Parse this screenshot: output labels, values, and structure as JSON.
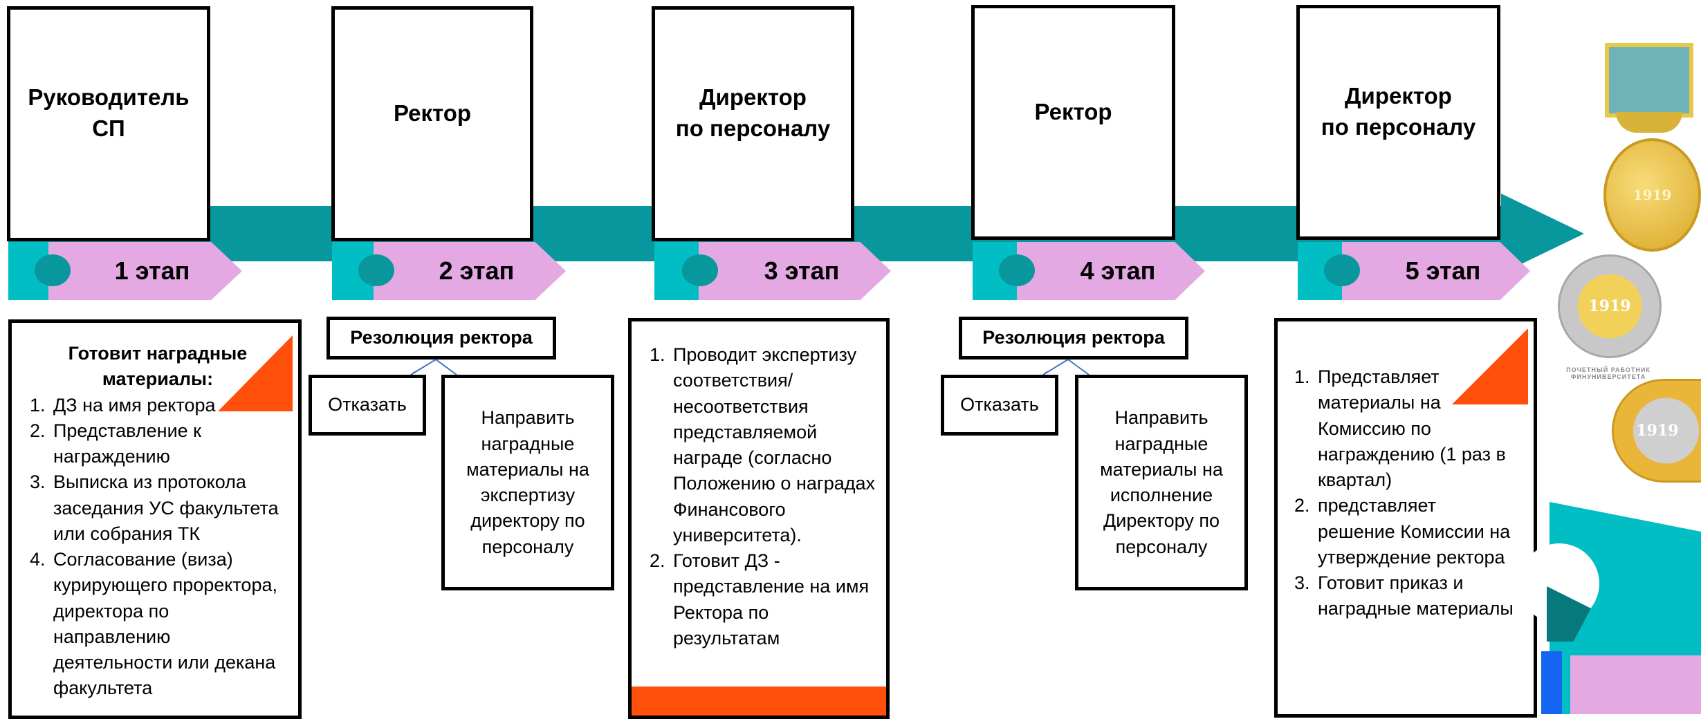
{
  "stages": [
    {
      "role": "Руководитель СП",
      "role_lines": [
        "Руководитель",
        "СП"
      ],
      "label": "1 этап"
    },
    {
      "role": "Ректор",
      "role_lines": [
        "Ректор"
      ],
      "label": "2 этап"
    },
    {
      "role": "Директор по персоналу",
      "role_lines": [
        "Директор",
        "по персоналу"
      ],
      "label": "3 этап"
    },
    {
      "role": "Ректор",
      "role_lines": [
        "Ректор"
      ],
      "label": "4 этап"
    },
    {
      "role": "Директор по персоналу",
      "role_lines": [
        "Директор",
        "по персоналу"
      ],
      "label": "5 этап"
    }
  ],
  "stage1": {
    "heading": "Готовит наградные материалы:",
    "items": [
      "ДЗ на имя ректора",
      "Представление к награждению",
      "Выписка из протокола заседания УС факультета или собрания ТК",
      "Согласование (виза) курирующего проректора, директора по направлению деятельности или декана факультета"
    ]
  },
  "stage2": {
    "resolution": "Резолюция ректора",
    "refuse": "Отказать",
    "forward": "Направить наградные материалы на экспертизу директору по персоналу"
  },
  "stage3": {
    "items": [
      "Проводит экспертизу соответствия/ несоответствия представляемой награде (согласно Положению о наградах Финансового университета).",
      "Готовит ДЗ - представление на имя Ректора по результатам"
    ]
  },
  "stage4": {
    "resolution": "Резолюция ректора",
    "refuse": "Отказать",
    "forward": "Направить наградные материалы на исполнение Директору по персоналу"
  },
  "stage5": {
    "items": [
      "Представляет материалы на Комиссию по награждению (1 раз в квартал)",
      "представляет решение Комиссии на утверждение ректора",
      "Готовит приказ и наградные материалы"
    ]
  },
  "medals": {
    "year": "1919",
    "badge_text": "ПОЧЕТНЫЙ РАБОТНИК ФИНУНИВЕРСИТЕТА"
  },
  "colors": {
    "timeline": "#07979c",
    "pill": "#e4a8e2",
    "accent_orange": "#ff4f0a",
    "teal_light": "#00bec4"
  }
}
